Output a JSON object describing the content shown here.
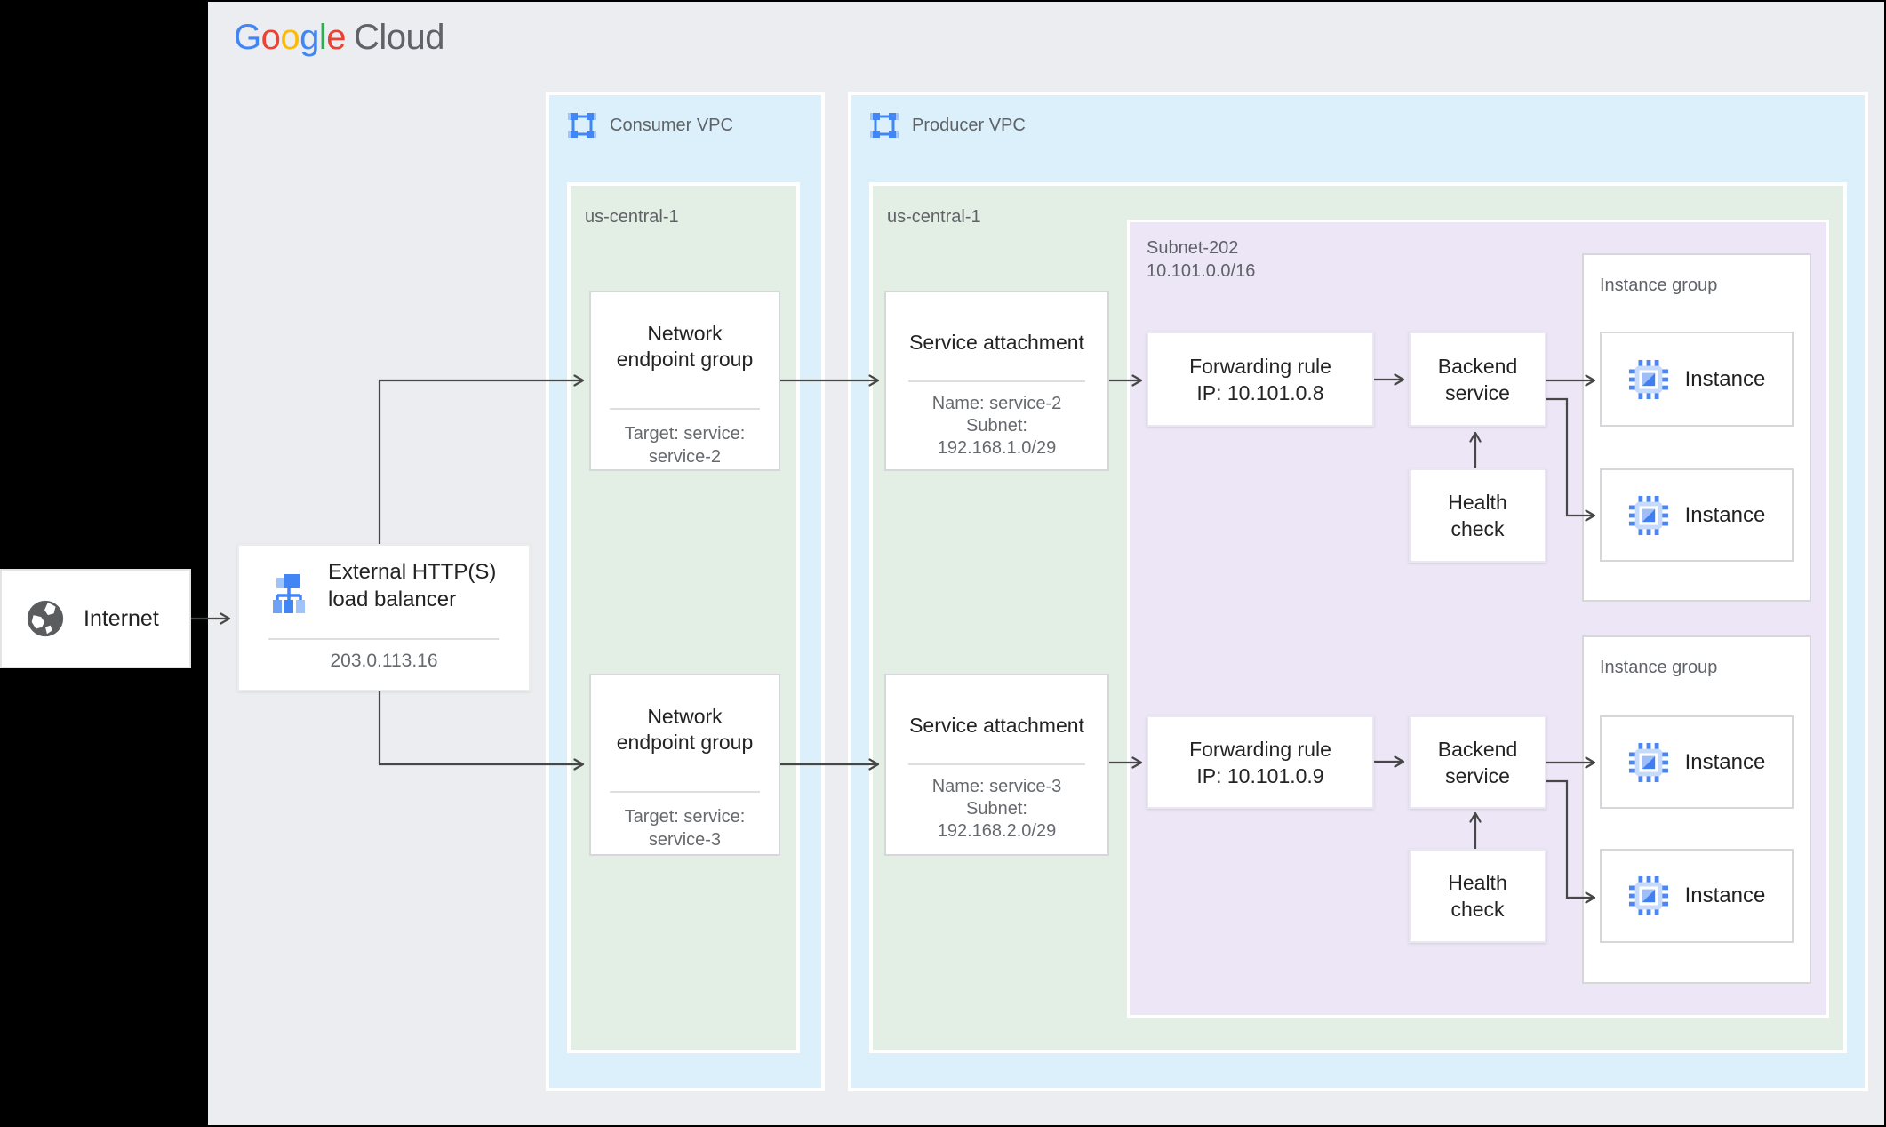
{
  "logo": {
    "letters": [
      {
        "c": "G",
        "color": "#4285F4"
      },
      {
        "c": "o",
        "color": "#EA4335"
      },
      {
        "c": "o",
        "color": "#FBBC05"
      },
      {
        "c": "g",
        "color": "#4285F4"
      },
      {
        "c": "l",
        "color": "#34A853"
      },
      {
        "c": "e",
        "color": "#EA4335"
      }
    ],
    "suffix": "Cloud"
  },
  "internet": {
    "label": "Internet"
  },
  "load_balancer": {
    "title_lines": [
      "External HTTP(S)",
      "load balancer"
    ],
    "ip": "203.0.113.16"
  },
  "consumer_vpc": {
    "label": "Consumer VPC",
    "region": "us-central-1",
    "negs": [
      {
        "title_lines": [
          "Network",
          "endpoint group"
        ],
        "detail": "Target: service: service-2"
      },
      {
        "title_lines": [
          "Network",
          "endpoint group"
        ],
        "detail": "Target: service: service-3"
      }
    ]
  },
  "producer_vpc": {
    "label": "Producer VPC",
    "region": "us-central-1",
    "subnet": {
      "name": "Subnet-202",
      "cidr": "10.101.0.0/16"
    },
    "service_attachments": [
      {
        "title": "Service attachment",
        "details": [
          "Name: service-2",
          "Subnet:",
          "192.168.1.0/29"
        ]
      },
      {
        "title": "Service attachment",
        "details": [
          "Name: service-3",
          "Subnet:",
          "192.168.2.0/29"
        ]
      }
    ],
    "forwarding_rules": [
      {
        "line1": "Forwarding rule",
        "line2": "IP: 10.101.0.8"
      },
      {
        "line1": "Forwarding rule",
        "line2": "IP: 10.101.0.9"
      }
    ],
    "backend_services": [
      {
        "lines": [
          "Backend",
          "service"
        ]
      },
      {
        "lines": [
          "Backend",
          "service"
        ]
      }
    ],
    "health_checks": [
      {
        "lines": [
          "Health",
          "check"
        ]
      },
      {
        "lines": [
          "Health",
          "check"
        ]
      }
    ],
    "instance_groups": [
      {
        "label": "Instance group",
        "instances": [
          "Instance",
          "Instance"
        ]
      },
      {
        "label": "Instance group",
        "instances": [
          "Instance",
          "Instance"
        ]
      }
    ]
  },
  "colors": {
    "left_bar": "#000000",
    "canvas_bg": "#EBEDF0",
    "vpc_container": "#DCF0FB",
    "region_zone": "#E3EFE4",
    "subnet_zone": "#ECE6F6",
    "card_border": "#D5D7DA",
    "primary_text": "#212121",
    "secondary_text": "#5F6368",
    "connector": "#474747",
    "google_blue": "#4285F4",
    "google_blue_light": "#A0C3FA"
  }
}
